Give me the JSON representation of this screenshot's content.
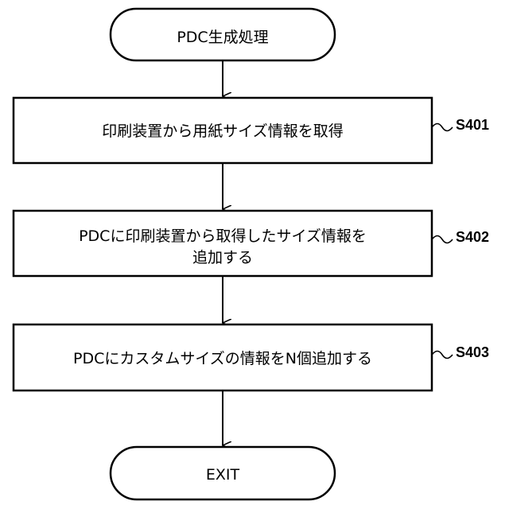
{
  "flowchart": {
    "start": {
      "label": "PDC生成処理"
    },
    "steps": [
      {
        "id": "S401",
        "lines": [
          "印刷装置から用紙サイズ情報を取得"
        ]
      },
      {
        "id": "S402",
        "lines": [
          "PDCに印刷装置から取得したサイズ情報を",
          "追加する"
        ]
      },
      {
        "id": "S403",
        "lines": [
          "PDCにカスタムサイズの情報をN個追加する"
        ]
      }
    ],
    "end": {
      "label": "EXIT"
    }
  }
}
